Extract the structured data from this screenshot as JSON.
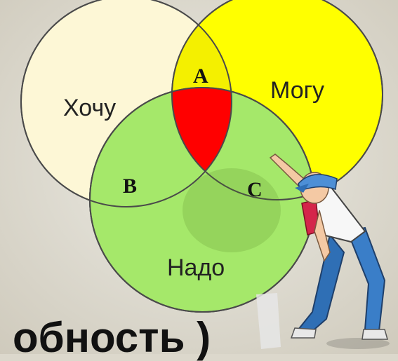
{
  "venn": {
    "circle_want": {
      "label": "Хочу",
      "color": "#fdf7d6"
    },
    "circle_can": {
      "label": "Могу",
      "color": "#ffff00"
    },
    "circle_need": {
      "label": "Надо",
      "color": "#a5e86a"
    },
    "region_a": {
      "label": "A",
      "color": "#f4f000"
    },
    "region_b": {
      "label": "B"
    },
    "region_c": {
      "label": "C"
    },
    "center": {
      "color": "#ff0000"
    }
  },
  "bottom_text": "обность )"
}
